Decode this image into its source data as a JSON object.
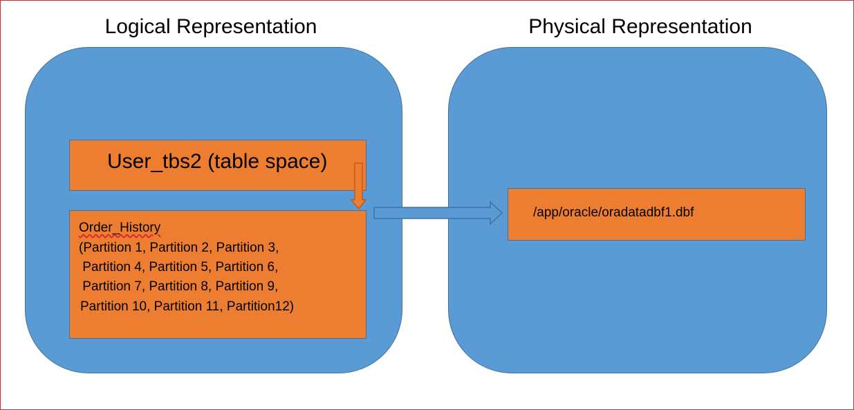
{
  "diagram": {
    "logical": {
      "title": "Logical Representation",
      "tablespace": {
        "label": "User_tbs2 (table space)"
      },
      "table": {
        "name": "Order_History",
        "partition_lines": [
          "(Partition 1, Partition 2, Partition 3,",
          " Partition 4, Partition 5, Partition 6,",
          " Partition 7, Partition 8, Partition 9,",
          "Partition 10, Partition 11, Partition12)"
        ]
      }
    },
    "physical": {
      "title": "Physical Representation",
      "datafile": {
        "label": "/app/oracle/oradatadbf1.dbf"
      }
    },
    "colors": {
      "panel_fill": "#5b9bd5",
      "panel_border": "#41719c",
      "box_fill": "#ed7d31",
      "frame_border": "#d9262c"
    }
  }
}
